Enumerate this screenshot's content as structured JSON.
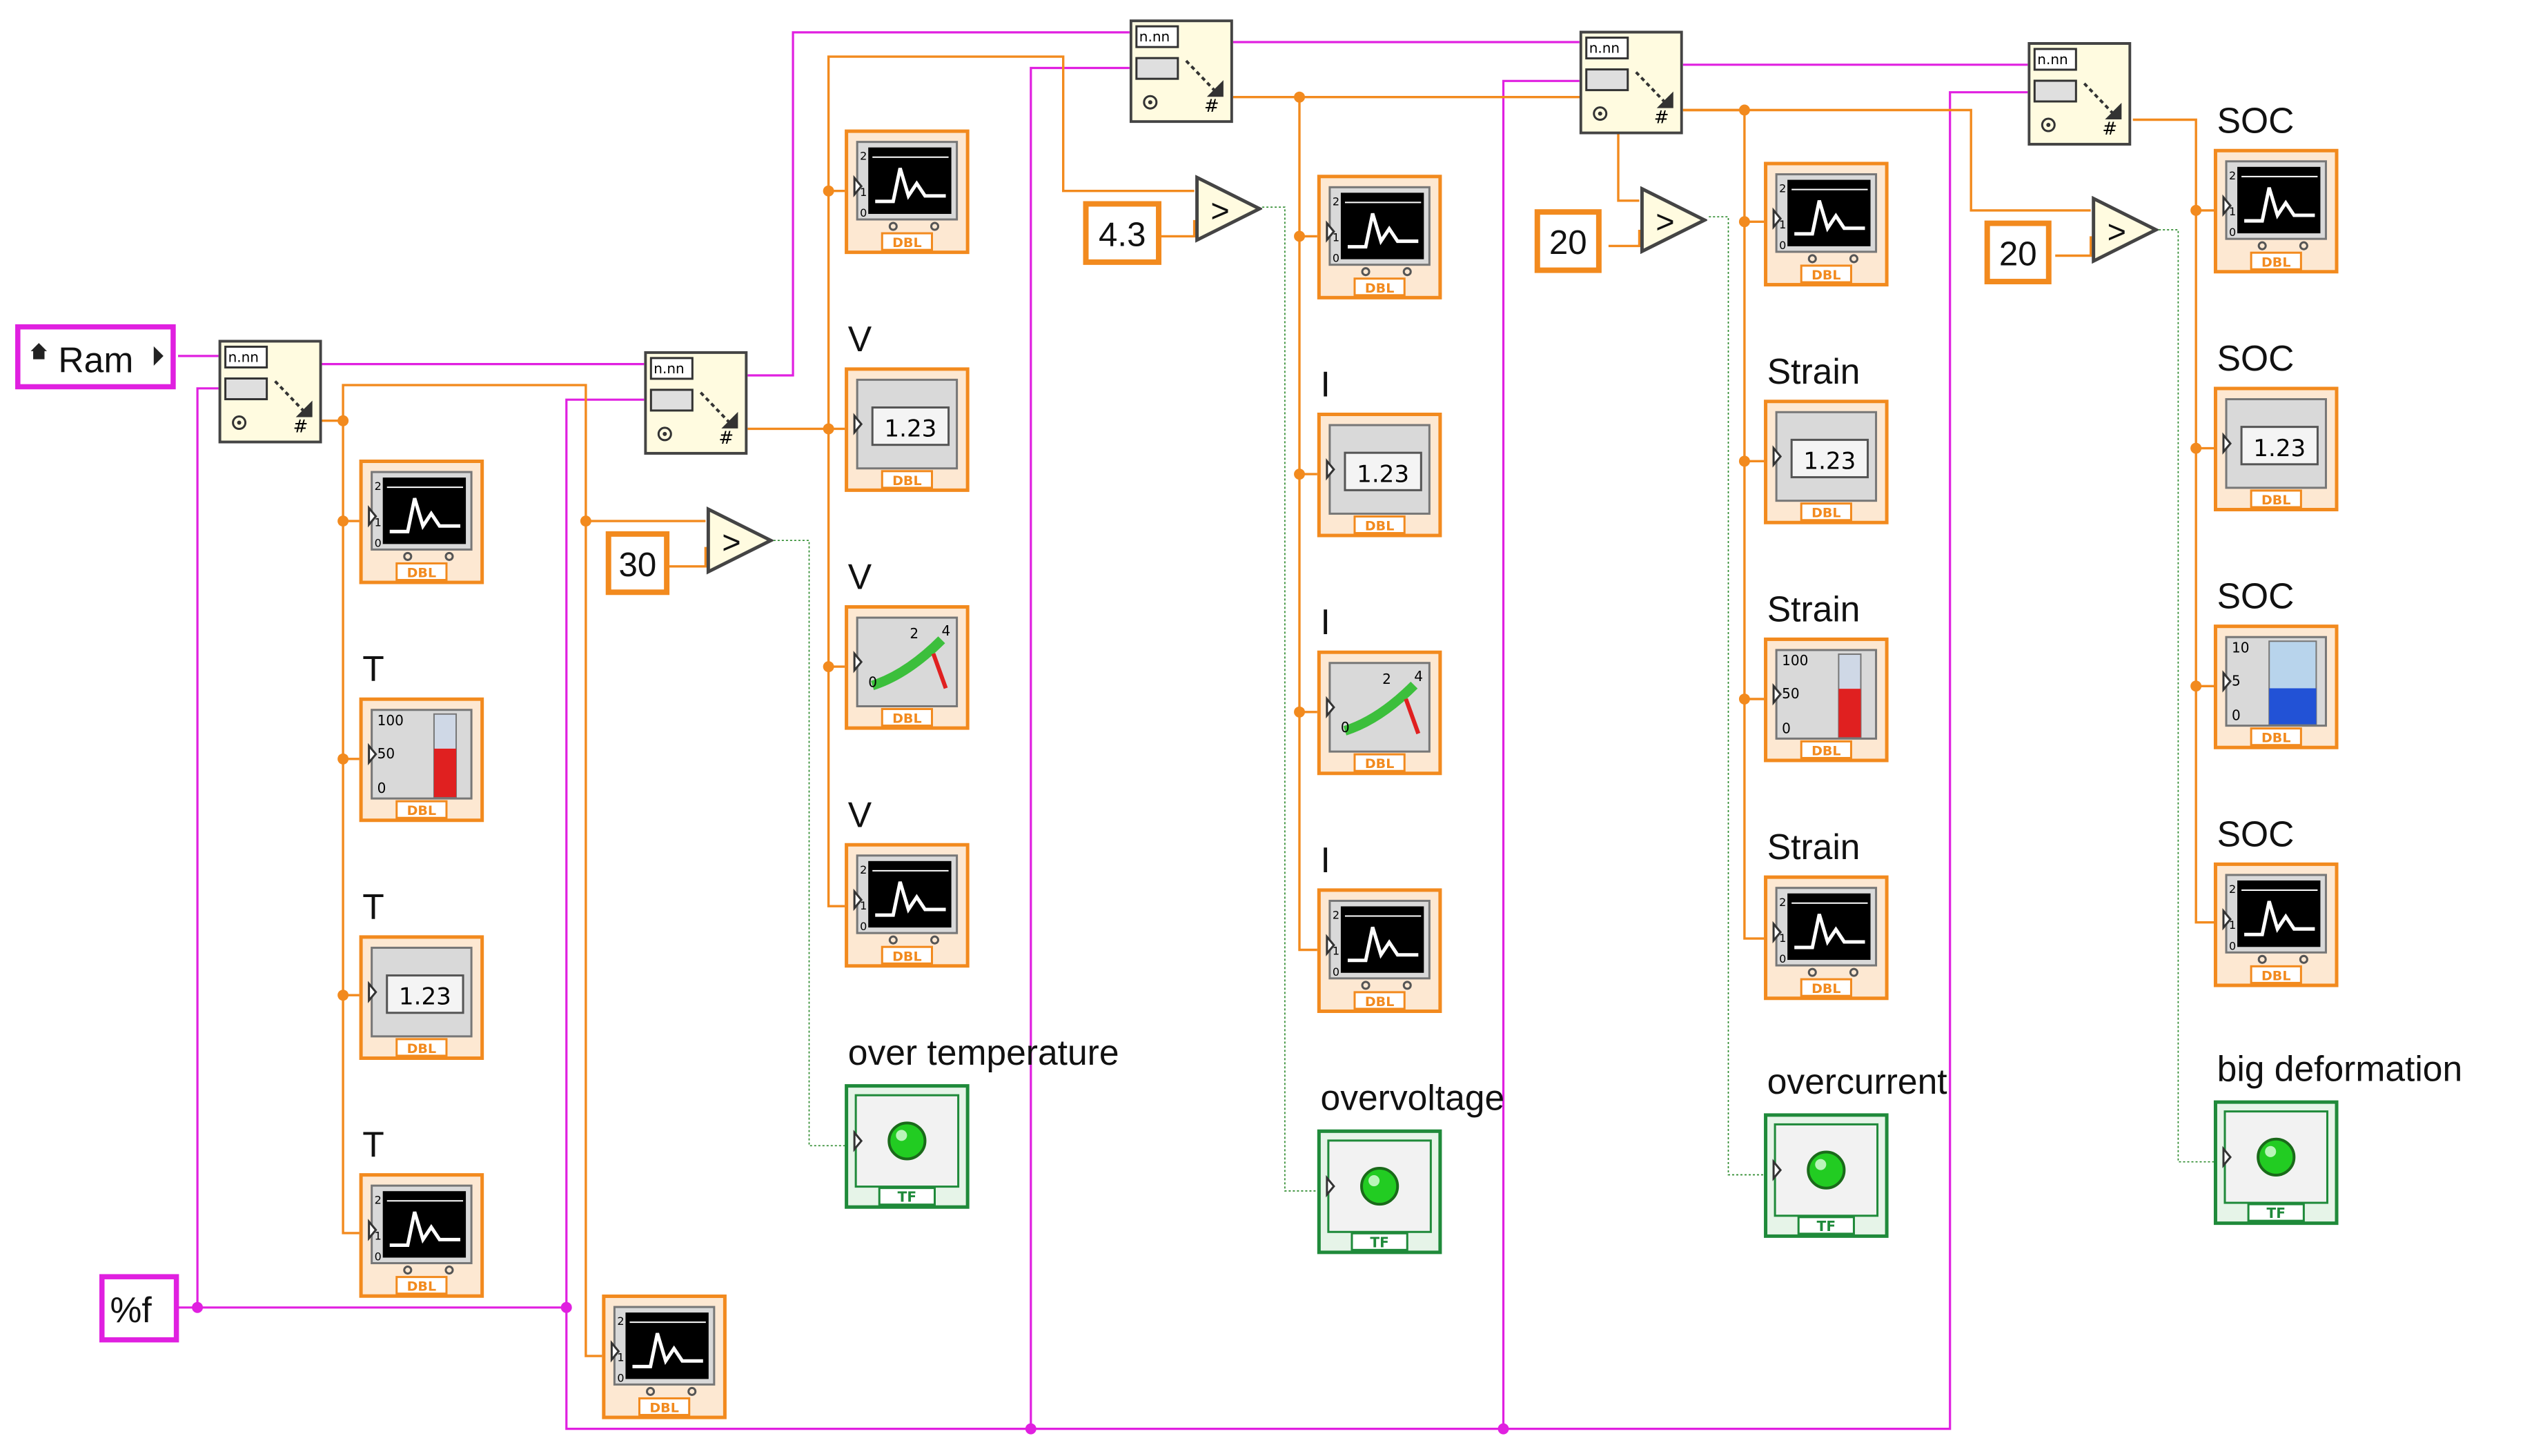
{
  "colors": {
    "string_wire": "#e020e0",
    "numeric_wire": "#f28a1e",
    "boolean_wire": "#2e8b2e",
    "indicator_border_numeric": "#f28a1e",
    "indicator_border_boolean": "#1f8a3a",
    "led_on": "#22cc22",
    "background": "#ffffff"
  },
  "controls": {
    "string_source": {
      "label": "Ram",
      "icon": "home-icon"
    },
    "format_string": {
      "label": "%f"
    }
  },
  "dtype_tag": "DBL",
  "bool_tag": "TF",
  "digital_text": "1.23",
  "gauge_ticks": [
    "0",
    "2",
    "4"
  ],
  "tank_ticks": [
    "100",
    "50",
    "0"
  ],
  "tank2_ticks": [
    "10",
    "5",
    "0"
  ],
  "constants": [
    "30",
    "4.3",
    "20",
    "20"
  ],
  "compare_symbol": ">",
  "groups": [
    {
      "labels": [
        "",
        "T",
        "T",
        "T"
      ]
    },
    {
      "labels": [
        "",
        "V",
        "V",
        "V"
      ],
      "alarm": "over temperature"
    },
    {
      "labels": [
        "",
        "I",
        "I",
        "I"
      ],
      "alarm": "overvoltage"
    },
    {
      "labels": [
        "",
        "Strain",
        "Strain",
        "Strain"
      ],
      "alarm": "overcurrent"
    },
    {
      "labels": [
        "SOC",
        "SOC",
        "SOC",
        "SOC"
      ],
      "alarm": "big deformation"
    }
  ]
}
